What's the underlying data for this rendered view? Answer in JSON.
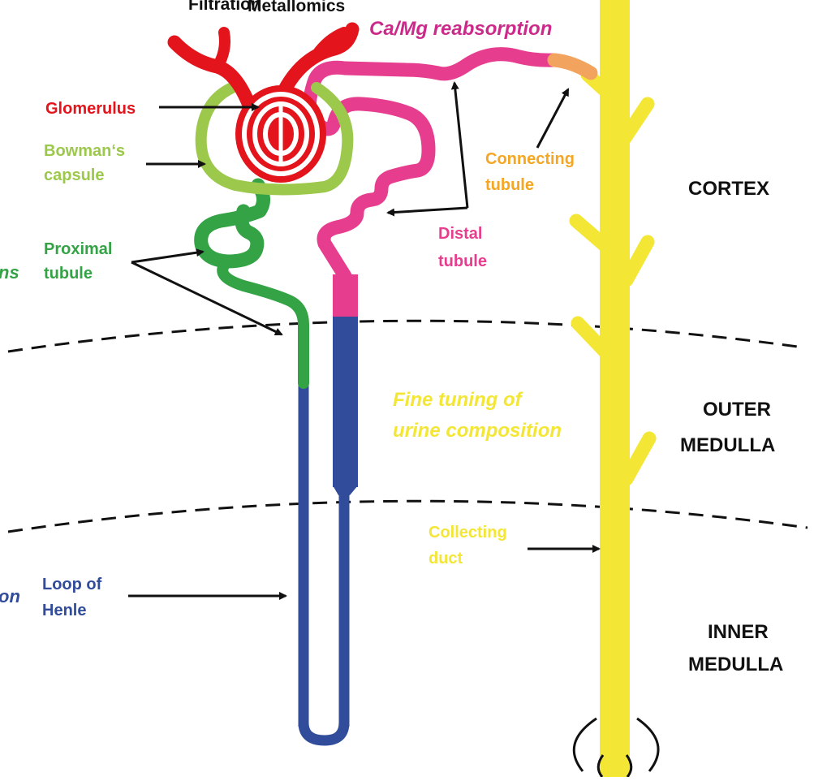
{
  "diagram": {
    "header_text_overlap_a": "Filtration",
    "header_text_overlap_b": "Metallomics",
    "function_labels": {
      "ca_mg": "Ca/Mg reabsorption",
      "fine_tuning_line1": "Fine tuning of",
      "fine_tuning_line2": "urine composition",
      "left_cut_proximal": "ns",
      "left_cut_loop": "on"
    },
    "structure_labels": {
      "glomerulus": "Glomerulus",
      "bowman_line1": "Bowman‘s",
      "bowman_line2": "capsule",
      "proximal_line1": "Proximal",
      "proximal_line2": "tubule",
      "distal_line1": "Distal",
      "distal_line2": "tubule",
      "connecting_line1": "Connecting",
      "connecting_line2": "tubule",
      "collecting_line1": "Collecting",
      "collecting_line2": "duct",
      "loop_line1": "Loop of",
      "loop_line2": "Henle"
    },
    "zones": {
      "cortex": "CORTEX",
      "outer_line1": "OUTER",
      "outer_line2": "MEDULLA",
      "inner_line1": "INNER",
      "inner_line2": "MEDULLA"
    },
    "colors": {
      "glomerulus": "#e3141b",
      "bowman": "#9cc84b",
      "proximal": "#33a345",
      "distal": "#e73d8e",
      "connecting": "#f2a35e",
      "connecting_label": "#f5a623",
      "collecting": "#f3e635",
      "loop": "#304c9a",
      "ca_mg_label": "#cc2a8a",
      "text_dark": "#111111"
    }
  }
}
